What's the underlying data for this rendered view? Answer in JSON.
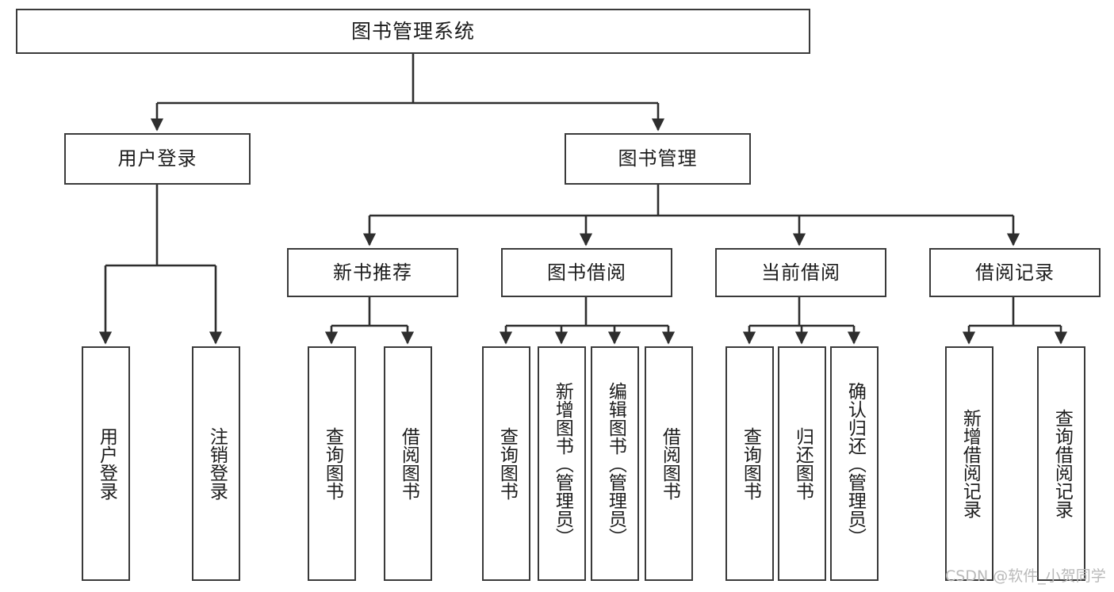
{
  "diagram": {
    "type": "tree-hierarchy-chart",
    "title": "图书管理系统",
    "orientation": "top-down",
    "colors": {
      "box_border": "#3a3a3a",
      "box_fill": "#ffffff",
      "edge": "#2e2e2e",
      "text": "#1c1c1c",
      "watermark": "#b9b9b9",
      "background": "#ffffff"
    },
    "nodes": {
      "root": {
        "label": "图书管理系统"
      },
      "level2": [
        {
          "id": "user-login",
          "label": "用户登录"
        },
        {
          "id": "book-manage",
          "label": "图书管理"
        }
      ],
      "level3": [
        {
          "id": "new-book-recommend",
          "label": "新书推荐"
        },
        {
          "id": "book-borrow",
          "label": "图书借阅"
        },
        {
          "id": "current-borrow",
          "label": "当前借阅"
        },
        {
          "id": "borrow-record",
          "label": "借阅记录"
        }
      ],
      "leaves": {
        "user_login": [
          {
            "id": "leaf-user-login",
            "label": "用户登录"
          },
          {
            "id": "leaf-logout-login",
            "label": "注销登录"
          }
        ],
        "new_book_recommend": [
          {
            "id": "leaf-query-book-1",
            "label": "查询图书"
          },
          {
            "id": "leaf-borrow-book-1",
            "label": "借阅图书"
          }
        ],
        "book_borrow": [
          {
            "id": "leaf-query-book-2",
            "label": "查询图书"
          },
          {
            "id": "leaf-add-book",
            "label": "新增图书（管理员）"
          },
          {
            "id": "leaf-edit-book",
            "label": "编辑图书（管理员）"
          },
          {
            "id": "leaf-borrow-book-2",
            "label": "借阅图书"
          }
        ],
        "current_borrow": [
          {
            "id": "leaf-query-book-3",
            "label": "查询图书"
          },
          {
            "id": "leaf-return-book",
            "label": "归还图书"
          },
          {
            "id": "leaf-confirm-return",
            "label": "确认归还（管理员）"
          }
        ],
        "borrow_record": [
          {
            "id": "leaf-add-record",
            "label": "新增借阅记录"
          },
          {
            "id": "leaf-query-record",
            "label": "查询借阅记录"
          }
        ]
      }
    }
  },
  "watermark": {
    "text": "CSDN @软件_小贺同学"
  }
}
